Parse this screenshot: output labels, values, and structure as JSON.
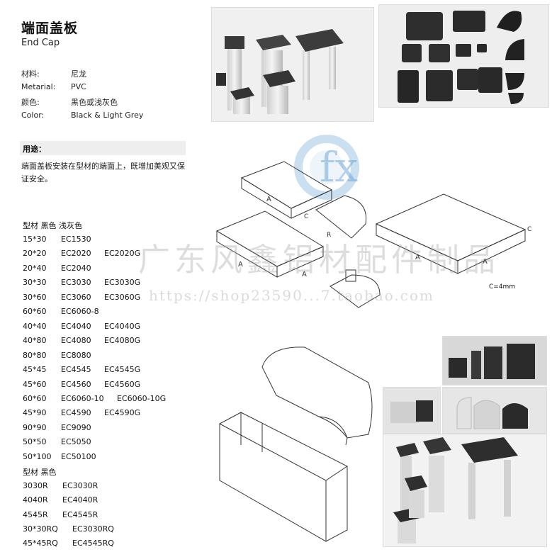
{
  "header": {
    "title": "端面盖板",
    "subtitle": "End Cap"
  },
  "specs": [
    {
      "label": "材料:",
      "value": "尼龙"
    },
    {
      "label": "Metarial:",
      "value": "PVC"
    },
    {
      "label": "颜色:",
      "value": "黑色或浅灰色"
    },
    {
      "label": "Color:",
      "value": "Black & Light Grey"
    }
  ],
  "usage": {
    "title": "用途：",
    "text": "端面盖板安装在型材的端面上，既增加美观又保证安全。"
  },
  "table1": {
    "header": "型材 黑色 浅灰色",
    "rows": [
      [
        "15*30",
        "EC1530",
        ""
      ],
      [
        "20*20",
        "EC2020",
        "EC2020G"
      ],
      [
        "20*40",
        "EC2040",
        ""
      ],
      [
        "30*30",
        "EC3030",
        "EC3030G"
      ],
      [
        "30*60",
        "EC3060",
        "EC3060G"
      ],
      [
        "60*60",
        "EC6060-8",
        ""
      ],
      [
        "40*40",
        "EC4040",
        "EC4040G"
      ],
      [
        "40*80",
        "EC4080",
        "EC4080G"
      ],
      [
        "80*80",
        "EC8080",
        ""
      ],
      [
        "45*45",
        "EC4545",
        "EC4545G"
      ],
      [
        "45*60",
        "EC4560",
        "EC4560G"
      ],
      [
        "60*60",
        "EC6060-10",
        "EC6060-10G"
      ],
      [
        "45*90",
        "EC4590",
        "EC4590G"
      ],
      [
        "90*90",
        "EC9090",
        ""
      ],
      [
        "50*50",
        "EC5050",
        ""
      ],
      [
        "50*100",
        "EC50100",
        ""
      ]
    ]
  },
  "table2": {
    "header": "型材 黑色",
    "rows": [
      [
        "3030R",
        "EC3030R"
      ],
      [
        "4040R",
        "EC4040R"
      ],
      [
        "4545R",
        "EC4545R"
      ],
      [
        "30*30RQ",
        "EC3030RQ"
      ],
      [
        "45*45RQ",
        "EC4545RQ"
      ]
    ]
  },
  "drawing": {
    "dim_a": "A",
    "dim_c": "C",
    "dim_r": "R",
    "note": "C=4mm",
    "logo_text": "fx"
  },
  "watermark": {
    "text": "广东风鑫铝材配件制品",
    "url": "https://shop23590...7.taobao.com"
  }
}
